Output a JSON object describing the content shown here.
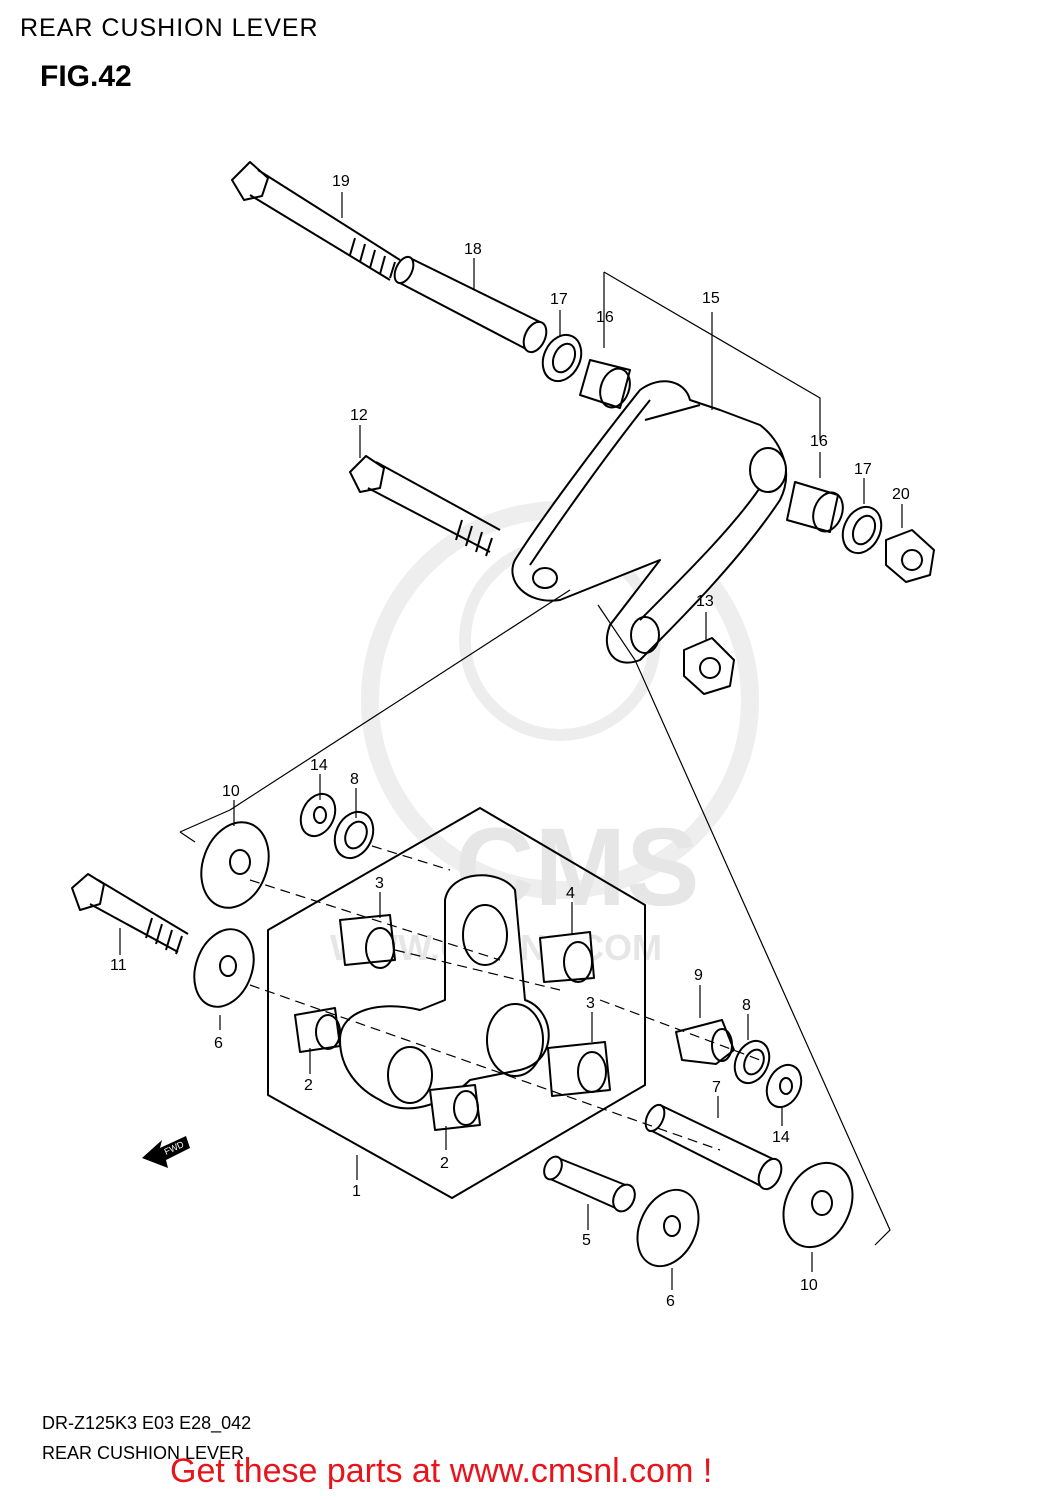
{
  "header": {
    "title": "REAR CUSHION LEVER",
    "figure": "FIG.42"
  },
  "watermark": {
    "brand": "CMS",
    "url": "WWW.CMSNL.COM"
  },
  "fwd_label": "FWD",
  "callouts": [
    "19",
    "18",
    "17",
    "16",
    "15",
    "12",
    "16",
    "17",
    "20",
    "13",
    "14",
    "8",
    "10",
    "3",
    "4",
    "11",
    "9",
    "8",
    "6",
    "3",
    "2",
    "7",
    "14",
    "2",
    "1",
    "5",
    "6",
    "10"
  ],
  "footer": {
    "code": "DR-Z125K3 E03 E28_042",
    "title": "REAR CUSHION LEVER",
    "cta": "Get these parts at www.cmsnl.com !"
  },
  "colors": {
    "cta": "#e8141b",
    "watermark": "#e6e6e6"
  }
}
